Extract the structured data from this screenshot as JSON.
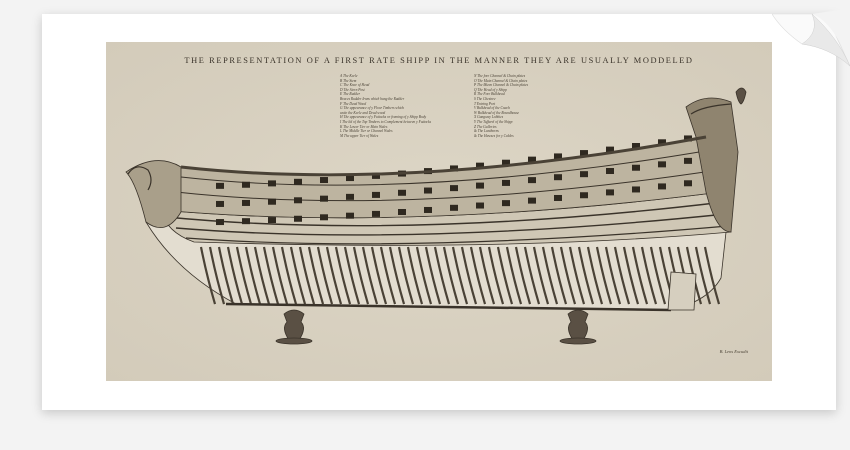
{
  "print": {
    "title": "THE REPRESENTATION OF A FIRST RATE SHIPP IN THE MANNER THEY ARE USUALLY MODDELED",
    "legend_left": [
      "A The Keele",
      "B The Stem",
      "C The Knee of Head",
      "D The Stern Post",
      "E The Rudder",
      "Braces Rudder Irons which hang the Rudder",
      "F The Dead Wood",
      "G The appearance of y Floor Timbers which",
      "   unite the Keele and Dead wood",
      "H The appearance of y Futtocks or framing of y Shipp Body",
      "I The lid of the Top Timbers to Complement between y Futtocks",
      "K The Lower Tier or Main Wales",
      "L The Middle Tier or Channel Wales",
      "M The upper Tier of Wales"
    ],
    "legend_right": [
      "N The fore Channel & Chain plates",
      "O The Main Channel & Chain plates",
      "P The Mizen Channel & Chain plates",
      "Q The Head of y Shipp",
      "R The Fore Bulkhead",
      "S The Chestree",
      "T Entring Port",
      "V Bulkhead of the Coach",
      "W Bulkhead of the Roundhouse",
      "X Gangway Lobbies",
      "Y The Taffarel of the Shipp",
      "Z The Galleries",
      "& The Lanthorns",
      "& The Hawses for y Cables"
    ],
    "signature": "B. Lens Excudit",
    "colors": {
      "paper": "#d8d1c1",
      "ink": "#3a332a",
      "mat": "#ffffff"
    }
  }
}
